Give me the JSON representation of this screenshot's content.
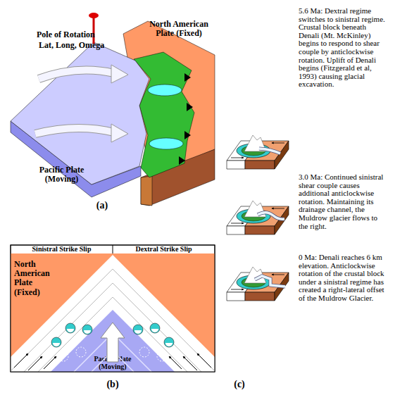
{
  "diagram": {
    "nodes": [
      {
        "text": [
          "North American Plate (Fixed)"
        ]
      },
      {
        "text": [
          "Pacific Plate (Moving)"
        ],
        "in": 0
      }
    ],
    "labels": [
      "Pole of Rotation",
      "Lat, Long, Omega",
      "North American Plate (Fixed)",
      "Pacific Plate (Moving)",
      "(a)",
      "Sinistral Strike Slip",
      "Dextral Strike Slip",
      "(b)",
      "(c)",
      "5.6 Ma: Dextral regime switches to sinistral regime. Crustal block beneath Denali (Mt. McKinley) begins to respond to shear couple by anticlockwise rotation. Uplift of Denali begins (Fitzgerald et al, 1993) causing glacial excavation.",
      "3.0 Ma: Continued sinistral shear couple causes additional anticlockwise rotation. Maintaining its drainage channel, the Muldrow glacier flows to the right.",
      "0 Ma: Denali reaches 6 km elevation. Anticlockwise rotation of the crustal block under a sinistral regime has created a right-lateral offset of the Muldrow Glacier."
    ]
  }
}
